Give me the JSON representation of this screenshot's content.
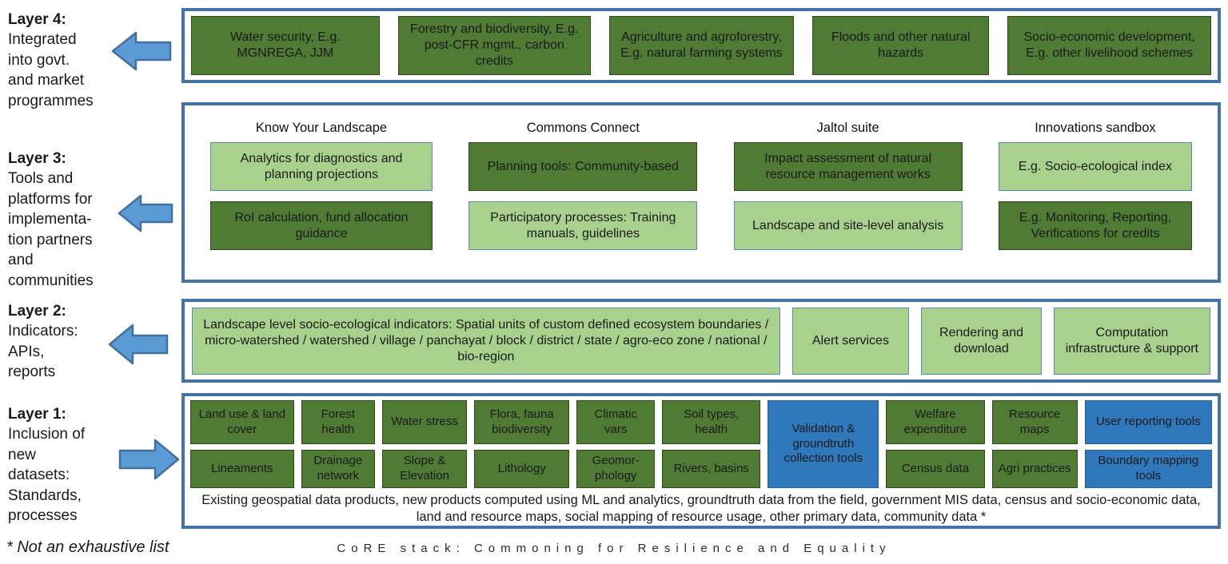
{
  "colors": {
    "dark_green_box": "#4f7b35",
    "light_green_box": "#a9d18e",
    "blue_box": "#2f78bc",
    "band_border": "#4374a6",
    "arrow_fill": "#5b9bd5",
    "arrow_stroke": "#41719c"
  },
  "footer": {
    "footnote": "* Not an exhaustive list",
    "title": "CoRE stack: Commoning for Resilience and Equality"
  },
  "layer4": {
    "label_title": "Layer 4:",
    "label_body": "Integrated\ninto govt.\nand market\nprogrammes",
    "arrow_direction": "left",
    "boxes": [
      {
        "label": "Water security, E.g. MGNREGA, JJM",
        "style": "dark-green"
      },
      {
        "label": "Forestry and biodiversity, E.g. post-CFR mgmt., carbon credits",
        "style": "dark-green"
      },
      {
        "label": "Agriculture and agroforestry, E.g. natural farming systems",
        "style": "dark-green"
      },
      {
        "label": "Floods and other natural hazards",
        "style": "dark-green"
      },
      {
        "label": "Socio-economic development, E.g. other livelihood schemes",
        "style": "dark-green"
      }
    ]
  },
  "layer3": {
    "label_title": "Layer 3:",
    "label_body": "Tools and\nplatforms for\nimplementa-\ntion partners\nand\ncommunities",
    "arrow_direction": "left",
    "columns": [
      {
        "heading": "Know Your Landscape",
        "boxes": [
          {
            "label": "Analytics for diagnostics and planning projections",
            "style": "light-green"
          },
          {
            "label": "RoI calculation, fund allocation guidance",
            "style": "dark-green"
          }
        ]
      },
      {
        "heading": "Commons Connect",
        "boxes": [
          {
            "label": "Planning tools: Community-based",
            "style": "dark-green"
          },
          {
            "label": "Participatory processes: Training manuals, guidelines",
            "style": "light-green"
          }
        ]
      },
      {
        "heading": "Jaltol suite",
        "boxes": [
          {
            "label": "Impact assessment of natural resource management works",
            "style": "dark-green"
          },
          {
            "label": "Landscape and site-level analysis",
            "style": "light-green"
          }
        ]
      },
      {
        "heading": "Innovations sandbox",
        "boxes": [
          {
            "label": "E.g. Socio-ecological index",
            "style": "light-green"
          },
          {
            "label": "E.g. Monitoring, Reporting, Verifications for credits",
            "style": "dark-green"
          }
        ]
      }
    ]
  },
  "layer2": {
    "label_title": "Layer 2:",
    "label_body": "Indicators:\nAPIs,\nreports",
    "arrow_direction": "left",
    "wide_box": {
      "label": "Landscape level socio-ecological indicators: Spatial units of custom defined ecosystem boundaries / micro-watershed / watershed / village / panchayat / block / district / state / agro-eco zone / national / bio-region",
      "style": "light-green"
    },
    "small_boxes": [
      {
        "label": "Alert services",
        "style": "light-green"
      },
      {
        "label": "Rendering and download",
        "style": "light-green"
      },
      {
        "label": "Computation infrastructure & support",
        "style": "light-green"
      }
    ]
  },
  "layer1": {
    "label_title": "Layer 1:",
    "label_body": "Inclusion of\nnew\ndatasets:\nStandards,\nprocesses",
    "arrow_direction": "right",
    "row1": [
      {
        "label": "Land use & land cover",
        "style": "dark-green"
      },
      {
        "label": "Forest health",
        "style": "dark-green"
      },
      {
        "label": "Water stress",
        "style": "dark-green"
      },
      {
        "label": "Flora, fauna biodiversity",
        "style": "dark-green"
      },
      {
        "label": "Climatic vars",
        "style": "dark-green"
      },
      {
        "label": "Soil types, health",
        "style": "dark-green"
      },
      {
        "label": "Welfare expenditure",
        "style": "dark-green"
      },
      {
        "label": "Resource maps",
        "style": "dark-green"
      },
      {
        "label": "User reporting tools",
        "style": "blue"
      }
    ],
    "span_box": {
      "label": "Validation & groundtruth collection tools",
      "style": "blue"
    },
    "row2": [
      {
        "label": "Lineaments",
        "style": "dark-green"
      },
      {
        "label": "Drainage network",
        "style": "dark-green"
      },
      {
        "label": "Slope & Elevation",
        "style": "dark-green"
      },
      {
        "label": "Lithology",
        "style": "dark-green"
      },
      {
        "label": "Geomor- phology",
        "style": "dark-green"
      },
      {
        "label": "Rivers, basins",
        "style": "dark-green"
      },
      {
        "label": "Census data",
        "style": "dark-green"
      },
      {
        "label": "Agri practices",
        "style": "dark-green"
      },
      {
        "label": "Boundary mapping tools",
        "style": "blue"
      }
    ],
    "note": "Existing geospatial data products, new products computed using ML and analytics, groundtruth data from the field, government MIS data, census and socio-economic data, land and resource maps, social mapping of resource usage, other primary data, community data *"
  }
}
